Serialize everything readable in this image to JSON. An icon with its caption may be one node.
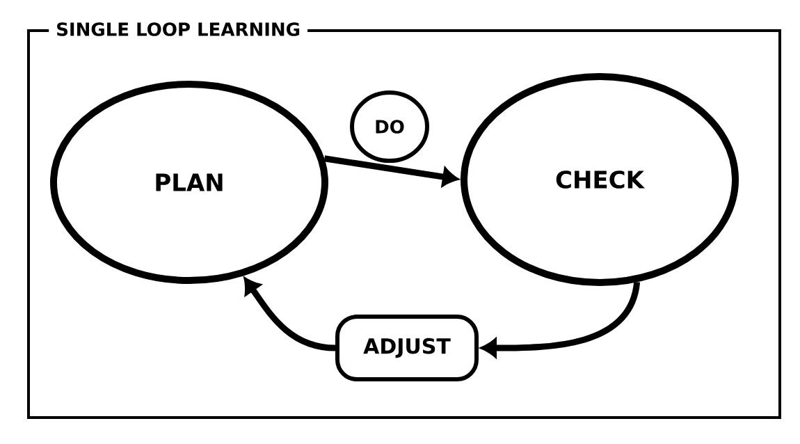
{
  "diagram": {
    "nodes": [
      {
        "text": [
          "SINGLE LOOP LEARNING"
        ]
      },
      {
        "text": [
          "PLAN"
        ],
        "in": 0
      },
      {
        "text": [
          "DO"
        ],
        "in": 0
      },
      {
        "text": [
          "CHECK"
        ],
        "in": 0
      },
      {
        "text": [
          "ADJUST"
        ],
        "in": 0
      }
    ],
    "edges": [
      {
        "from": 1,
        "to": 3,
        "arrow": "to"
      },
      {
        "from": 3,
        "to": 4,
        "arrow": "to"
      },
      {
        "from": 4,
        "to": 1,
        "arrow": "to"
      }
    ]
  }
}
